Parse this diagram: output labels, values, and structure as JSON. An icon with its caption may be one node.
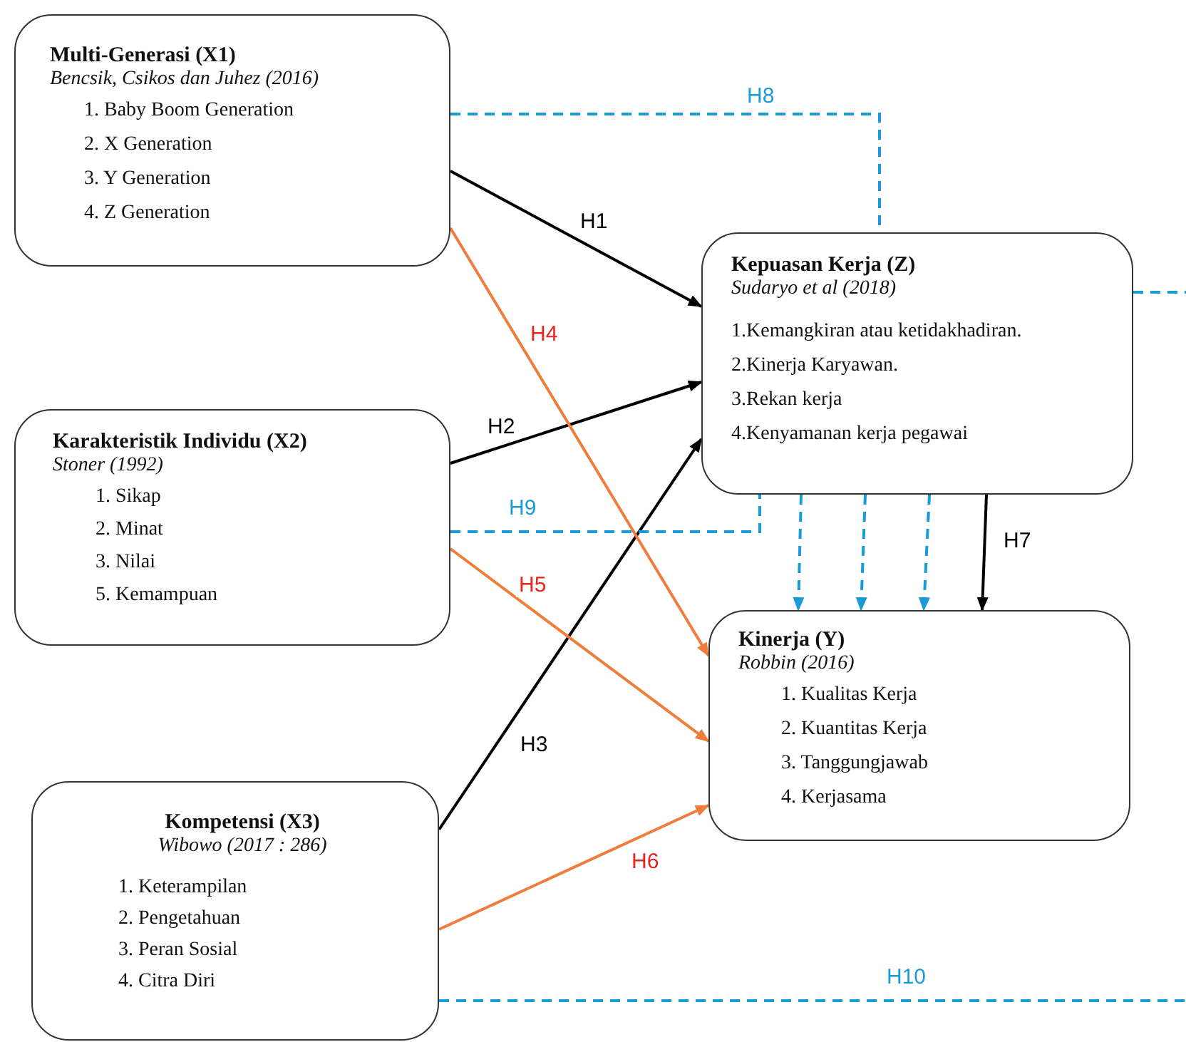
{
  "diagram": {
    "nodes": [
      {
        "text": [
          "Multi-Generasi (X1)",
          "Bencsik, Csikos dan Juhez (2016)",
          "1. Baby Boom Generation",
          "2. X Generation",
          "3. Y Generation",
          "4. Z Generation"
        ]
      },
      {
        "text": [
          "Kepuasan Kerja (Z)",
          "Sudaryo et al (2018)",
          "1.Kemangkiran atau ketidakhadiran.",
          "2.Kinerja Karyawan.",
          "3.Rekan kerja",
          "4.Kenyamanan kerja pegawai"
        ]
      },
      {
        "text": [
          "Karakteristik Individu (X2)",
          "Stoner (1992)",
          "1. Sikap",
          "2. Minat",
          "3. Nilai",
          "5. Kemampuan"
        ]
      },
      {
        "text": [
          "Kinerja (Y)",
          "Robbin (2016)",
          "1. Kualitas Kerja",
          "2. Kuantitas Kerja",
          "3. Tanggungjawab",
          "4. Kerjasama"
        ]
      },
      {
        "text": [
          "Kompetensi (X3)",
          "Wibowo (2017 : 286)",
          "1. Keterampilan",
          "2. Pengetahuan",
          "3. Peran Sosial",
          "4. Citra Diri"
        ]
      }
    ],
    "edges": [
      {
        "from": 0,
        "to": 1,
        "arrow": "to",
        "label": "H1",
        "color": "#000000"
      },
      {
        "from": 2,
        "to": 1,
        "arrow": "to",
        "label": "H2",
        "color": "#000000"
      },
      {
        "from": 4,
        "to": 1,
        "arrow": "to",
        "label": "H3",
        "color": "#000000"
      },
      {
        "from": 0,
        "to": 3,
        "arrow": "to",
        "label": "H4",
        "color": "#ef7d3c"
      },
      {
        "from": 2,
        "to": 3,
        "arrow": "to",
        "label": "H5",
        "color": "#ef7d3c"
      },
      {
        "from": 4,
        "to": 3,
        "arrow": "to",
        "label": "H6",
        "color": "#ef7d3c"
      },
      {
        "from": 1,
        "to": 3,
        "arrow": "to",
        "label": "H7",
        "color": "#000000"
      },
      {
        "from": 0,
        "to": 1,
        "arrow": "none",
        "label": "H8",
        "style": "dashed",
        "color": "#1a9bd7"
      },
      {
        "from": 2,
        "to": 1,
        "arrow": "none",
        "label": "H9",
        "style": "dashed",
        "color": "#1a9bd7"
      },
      {
        "from": 4,
        "to": null,
        "arrow": "none",
        "label": "H10",
        "style": "dashed",
        "color": "#1a9bd7"
      },
      {
        "from": 1,
        "to": null,
        "arrow": "none",
        "style": "dashed",
        "color": "#1a9bd7"
      },
      {
        "from": 1,
        "to": 3,
        "arrow": "to",
        "style": "dashed",
        "color": "#1a9bd7"
      },
      {
        "from": 1,
        "to": 3,
        "arrow": "to",
        "style": "dashed",
        "color": "#1a9bd7"
      },
      {
        "from": 1,
        "to": 3,
        "arrow": "to",
        "style": "dashed",
        "color": "#1a9bd7"
      }
    ]
  }
}
